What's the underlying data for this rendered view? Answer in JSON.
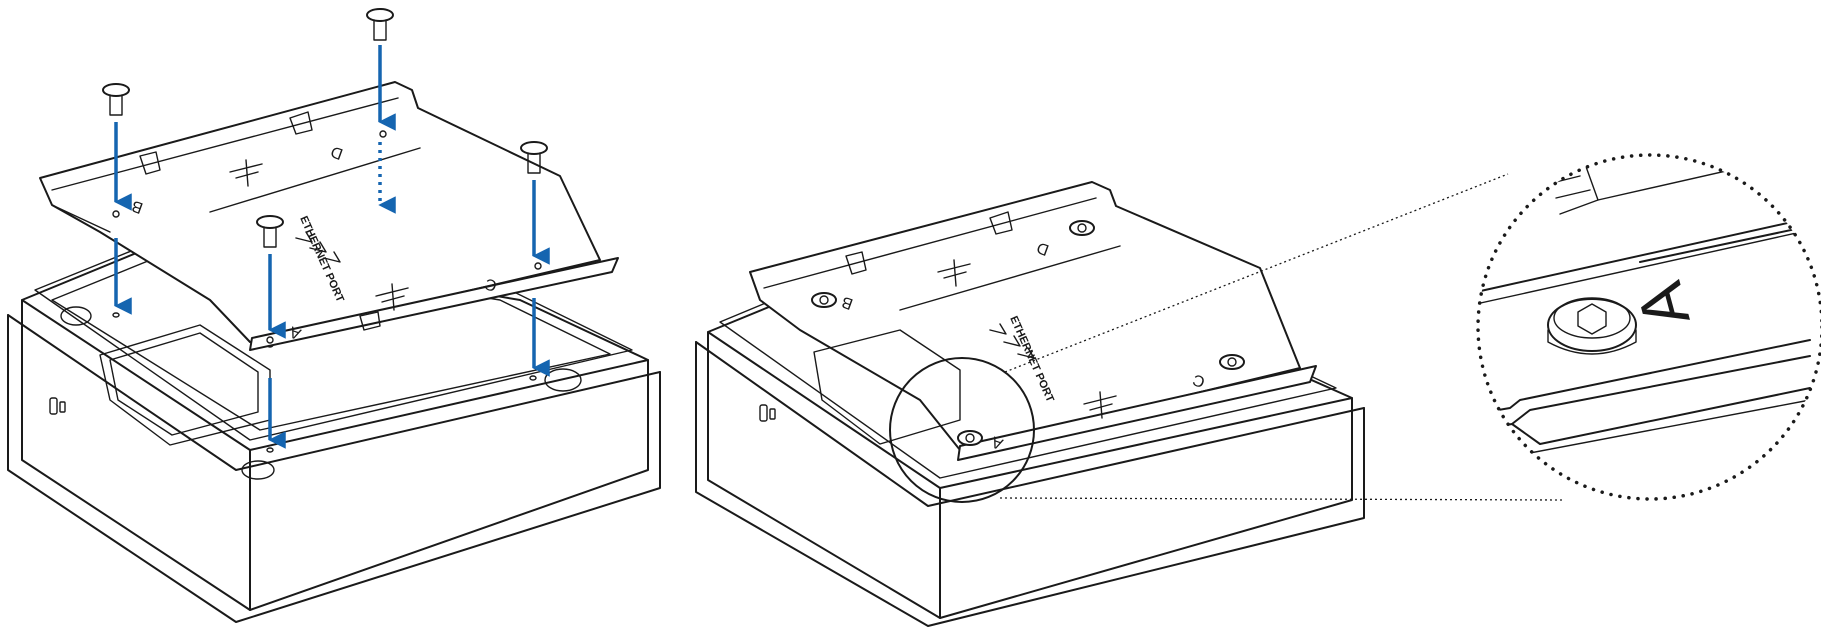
{
  "colors": {
    "arrow": "#1565b0",
    "line": "#1a1a1a",
    "background": "#ffffff"
  },
  "panels": [
    {
      "name": "exploded-view",
      "plate_labels": {
        "a": "A",
        "b": "B",
        "c": "C",
        "d": "D"
      },
      "port_label": "ETHERNET PORT",
      "arrows": [
        {
          "id": "screw-b",
          "style": "solid"
        },
        {
          "id": "screw-d",
          "style": "dotted"
        },
        {
          "id": "screw-a",
          "style": "solid"
        },
        {
          "id": "screw-c",
          "style": "solid"
        },
        {
          "id": "plate-to-base-b",
          "style": "solid"
        },
        {
          "id": "plate-to-base-a",
          "style": "solid"
        },
        {
          "id": "plate-to-base-c",
          "style": "solid"
        }
      ]
    },
    {
      "name": "assembled-view",
      "plate_labels": {
        "a": "A",
        "b": "B",
        "c": "C",
        "d": "D"
      },
      "port_label": "ETHERNET PORT"
    }
  ],
  "detail": {
    "name": "zoom-detail",
    "label": "A",
    "icon": "hex-socket-screw-icon"
  }
}
